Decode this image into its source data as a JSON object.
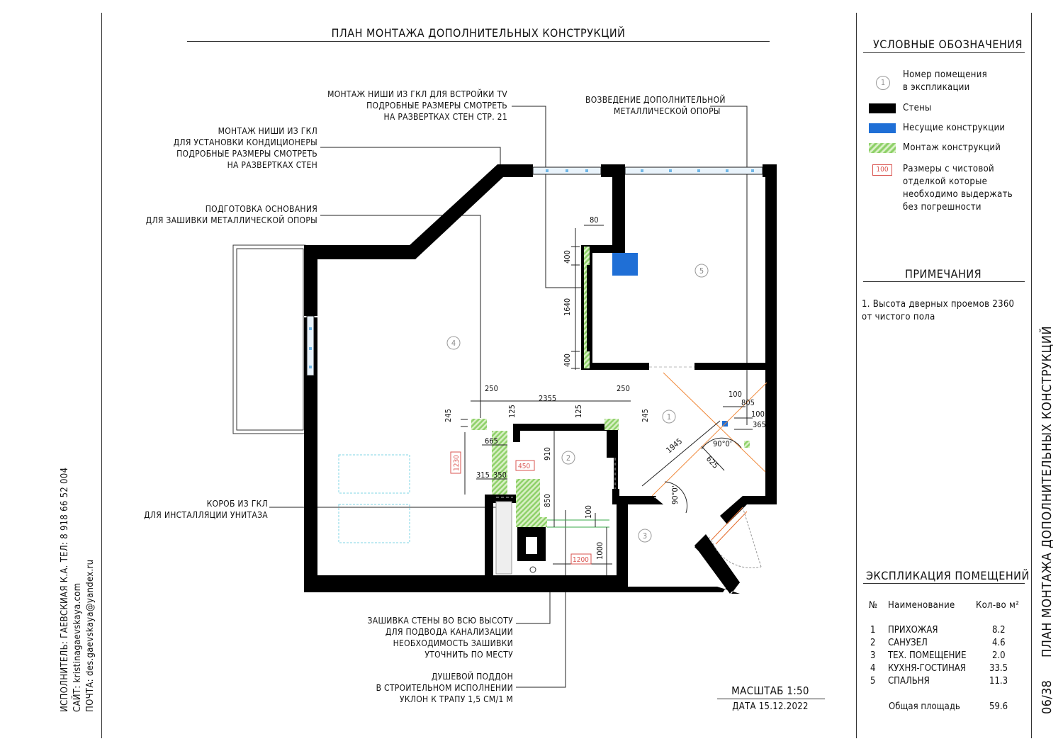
{
  "sheet_title": "ПЛАН МОНТАЖА ДОПОЛНИТЕЛЬНЫХ КОНСТРУКЦИЙ",
  "side_title": "ПЛАН МОНТАЖА ДОПОЛНИТЕЛЬНЫХ КОНСТРУКЦИЙ",
  "page_number": "06/38",
  "author": {
    "line1": "ИСПОЛНИТЕЛЬ: ГАЕВСКИАЯ К.А. ТЕЛ: 8 918 66 52 004",
    "line2": "САЙТ: kristinagaevskaya.com",
    "line3": "ПОЧТА: des.gaevskaya@yandex.ru"
  },
  "scale": "МАСШТАБ 1:50",
  "date": "ДАТА 15.12.2022",
  "legend": {
    "title": "УСЛОВНЫЕ ОБОЗНАЧЕНИЯ",
    "room_number_symbol": "1",
    "room_number_1": "Номер помещения",
    "room_number_2": "в экспликации",
    "walls": "Стены",
    "bearing": "Несущие конструкции",
    "mounting": "Монтаж конструкций",
    "dims_symbol": "100",
    "dims_1": "Размеры с чистовой",
    "dims_2": "отделкой которые",
    "dims_3": "необходимо выдержать",
    "dims_4": "без погрешности",
    "colors": {
      "walls": "#000000",
      "bearing": "#1f6fd6",
      "mounting": "#8fd16a",
      "accent": "#d9534f"
    }
  },
  "notes": {
    "title": "ПРИМЕЧАНИЯ",
    "line1": "1. Высота дверных проемов 2360",
    "line2": "от чистого пола"
  },
  "explication": {
    "title": "ЭКСПЛИКАЦИЯ ПОМЕЩЕНИЙ",
    "col_no": "№",
    "col_name": "Наименование",
    "col_area": "Кол-во м²",
    "rows": [
      {
        "no": "1",
        "name": "ПРИХОЖАЯ",
        "area": "8.2"
      },
      {
        "no": "2",
        "name": "САНУЗЕЛ",
        "area": "4.6"
      },
      {
        "no": "3",
        "name": "ТЕХ. ПОМЕЩЕНИЕ",
        "area": "2.0"
      },
      {
        "no": "4",
        "name": "КУХНЯ-ГОСТИНАЯ",
        "area": "33.5"
      },
      {
        "no": "5",
        "name": "СПАЛЬНЯ",
        "area": "11.3"
      }
    ],
    "total_label": "Общая площадь",
    "total_value": "59.6"
  },
  "annotations": {
    "tv_1": "МОНТАЖ НИШИ ИЗ ГКЛ ДЛЯ ВСТРОЙКИ TV",
    "tv_2": "ПОДРОБНЫЕ РАЗМЕРЫ СМОТРЕТЬ",
    "tv_3": "НА РАЗВЕРТКАХ СТЕН СТР. 21",
    "ac_1": "МОНТАЖ НИШИ ИЗ ГКЛ",
    "ac_2": "ДЛЯ УСТАНОВКИ КОНДИЦИОНЕРЫ",
    "ac_3": "ПОДРОБНЫЕ РАЗМЕРЫ СМОТРЕТЬ",
    "ac_4": "НА РАЗВЕРТКАХ СТЕН",
    "base_1": "ПОДГОТОВКА ОСНОВАНИЯ",
    "base_2": "ДЛЯ ЗАШИВКИ МЕТАЛЛИЧЕСКОЙ ОПОРЫ",
    "support_1": "ВОЗВЕДЕНИЕ ДОПОЛНИТЕЛЬНОЙ",
    "support_2": "МЕТАЛЛИЧЕСКОЙ ОПОРЫ",
    "box_1": "КОРОБ ИЗ ГКЛ",
    "box_2": "ДЛЯ ИНСТАЛЛЯЦИИ УНИТАЗА",
    "wall_1": "ЗАШИВКА СТЕНЫ ВО ВСЮ ВЫСОТУ",
    "wall_2": "ДЛЯ ПОДВОДА КАНАЛИЗАЦИИ",
    "wall_3": "НЕОБХОДИМОСТЬ ЗАШИВКИ",
    "wall_4": "УТОЧНИТЬ ПО МЕСТУ",
    "tray_1": "ДУШЕВОЙ ПОДДОН",
    "tray_2": "В СТРОИТЕЛЬНОМ ИСПОЛНЕНИИ",
    "tray_3": "УКЛОН К ТРАПУ 1,5 СМ/1 М"
  },
  "rooms": {
    "r1": "1",
    "r2": "2",
    "r3": "3",
    "r4": "4",
    "r5": "5"
  },
  "dimensions": {
    "d80": "80",
    "d400a": "400",
    "d1640": "1640",
    "d400b": "400",
    "d250a": "250",
    "d2355": "2355",
    "d250b": "250",
    "d245a": "245",
    "d125a": "125",
    "d125b": "125",
    "d245b": "245",
    "d665": "665",
    "d1230": "1230",
    "d315": "315",
    "d350": "350",
    "d450": "450",
    "d910": "910",
    "d850": "850",
    "d100a": "100",
    "d1000": "1000",
    "d1200": "1200",
    "d100b": "100",
    "d805": "805",
    "d100c": "100",
    "d365": "365",
    "d1945": "1945",
    "d625": "625",
    "ang1": "90°0'",
    "ang2": "90°0'"
  }
}
